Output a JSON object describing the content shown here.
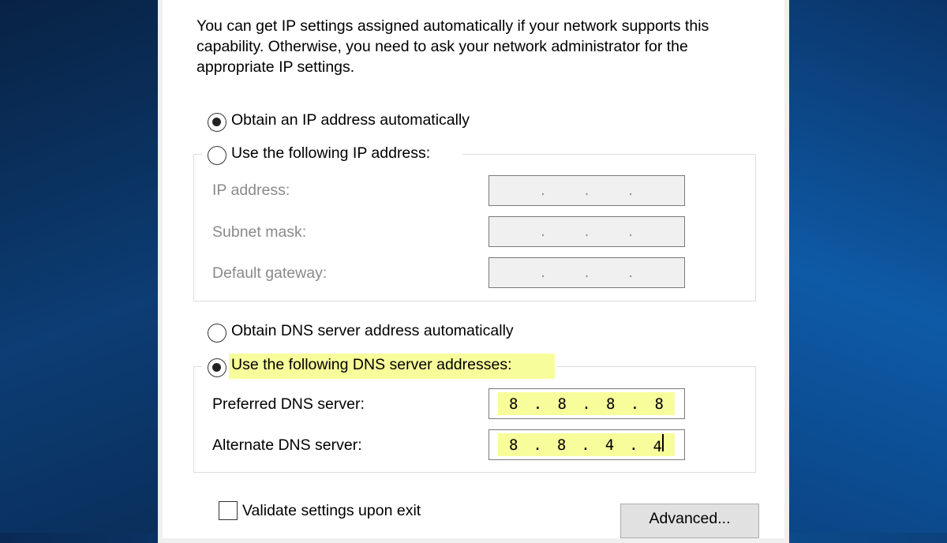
{
  "description": "You can get IP settings assigned automatically if your network supports this capability. Otherwise, you need to ask your network administrator for the appropriate IP settings.",
  "ip_mode": {
    "auto_label": "Obtain an IP address automatically",
    "manual_label": "Use the following IP address:",
    "selected": "auto"
  },
  "ip_fields": [
    {
      "label": "IP address:",
      "value": [
        "",
        "",
        "",
        ""
      ]
    },
    {
      "label": "Subnet mask:",
      "value": [
        "",
        "",
        "",
        ""
      ]
    },
    {
      "label": "Default gateway:",
      "value": [
        "",
        "",
        "",
        ""
      ]
    }
  ],
  "dns_mode": {
    "auto_label": "Obtain DNS server address automatically",
    "manual_label": "Use the following DNS server addresses:",
    "selected": "manual"
  },
  "dns_fields": [
    {
      "label": "Preferred DNS server:",
      "octets": [
        "8",
        "8",
        "8",
        "8"
      ]
    },
    {
      "label": "Alternate DNS server:",
      "octets": [
        "8",
        "8",
        "4",
        "4"
      ]
    }
  ],
  "validate": {
    "label": "Validate settings upon exit",
    "checked": false
  },
  "advanced_label": "Advanced...",
  "colors": {
    "highlight": "#f7fd9a"
  }
}
